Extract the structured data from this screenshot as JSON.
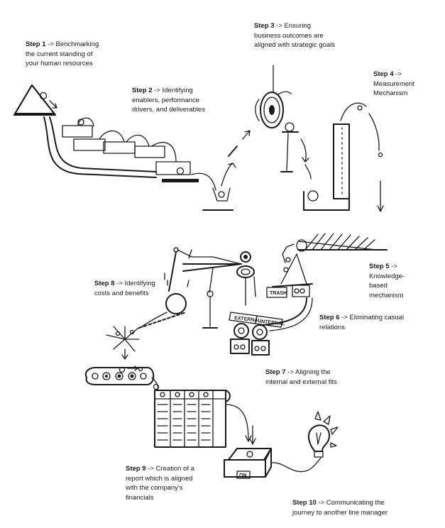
{
  "steps": [
    {
      "num": "Step 1",
      "text": "-> Benchmarking the current standing of your human resources"
    },
    {
      "num": "Step 2",
      "text": "-> Identifying enablers, performance drivers, and deliverables"
    },
    {
      "num": "Step 3",
      "text": "-> Ensuring business outcomes are aligned with strategic goals"
    },
    {
      "num": "Step 4",
      "text": "-> Measurement Mechanism"
    },
    {
      "num": "Step 5",
      "text": "-> Knowledge-based mechanism"
    },
    {
      "num": "Step 6",
      "text": "-> Eliminating casual relations"
    },
    {
      "num": "Step 7",
      "text": "-> Aligning the internal and external fits"
    },
    {
      "num": "Step 8",
      "text": "-> Identifying costs and benefits"
    },
    {
      "num": "Step 9",
      "text": "-> Creation of a report which is aligned with the company's financials"
    },
    {
      "num": "Step 10",
      "text": "-> Communicating the journey to another line manager"
    }
  ],
  "machine_labels": {
    "trash": "TRASH",
    "external": "EXTERNAL",
    "internal": "INTERNAL",
    "on": "ON"
  },
  "colors": {
    "ball_green": "#cde8b8",
    "ball_teal": "#9fd6d6",
    "ball_pink": "#f2b8cc",
    "ball_magenta": "#d25a9a",
    "ball_yellow": "#f5e6a8",
    "ball_blue": "#a9c7ee"
  }
}
